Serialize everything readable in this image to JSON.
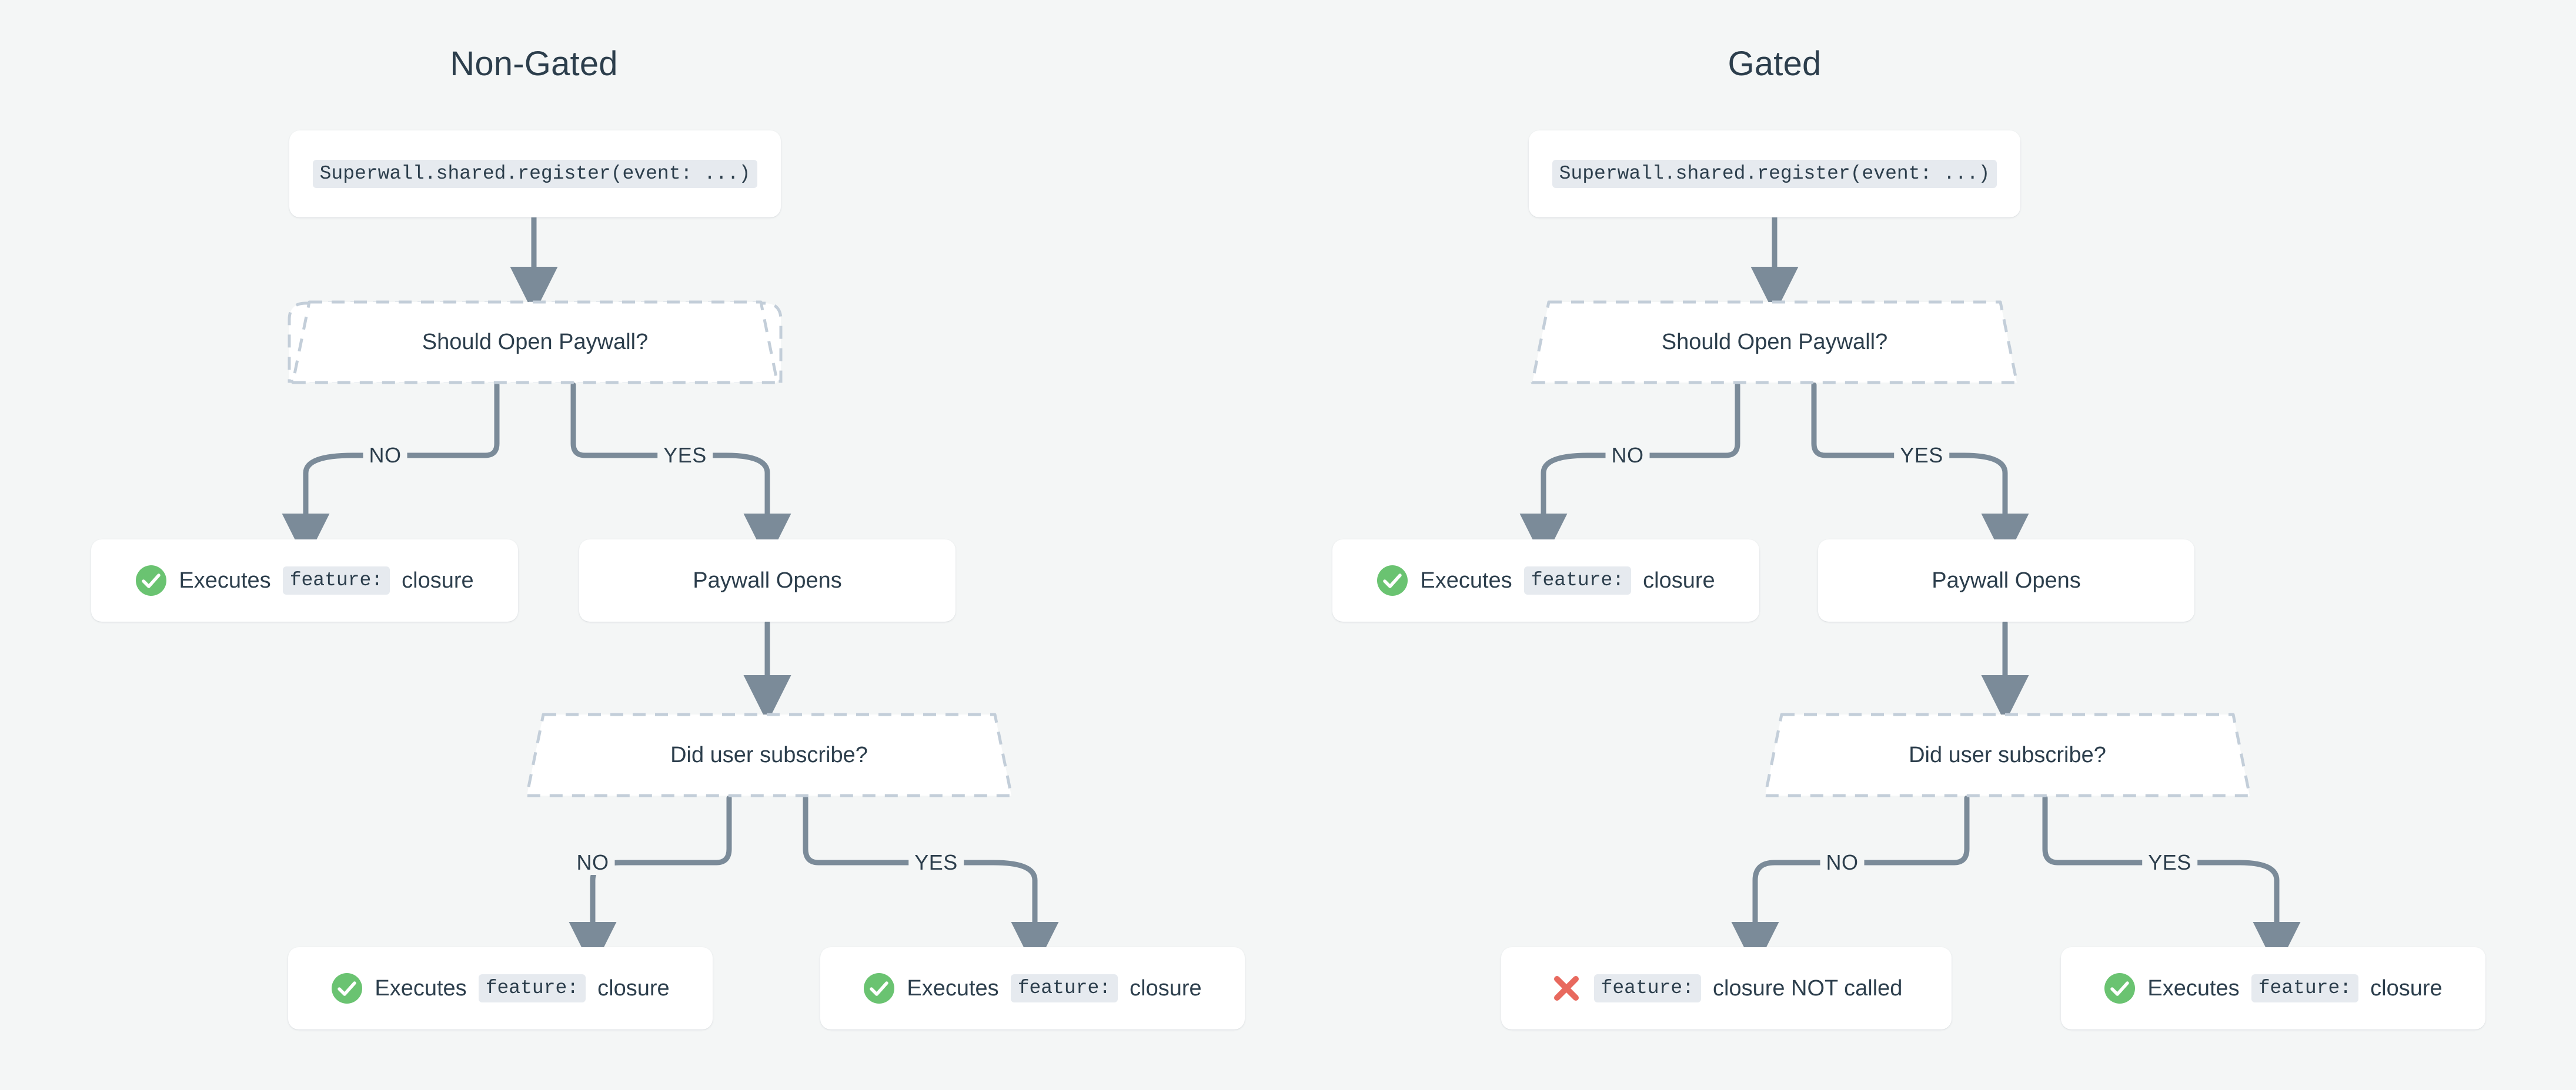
{
  "page": {
    "background_color": "#f4f6f6",
    "text_color": "#2c3e4c",
    "line_color": "#7b8b99",
    "dash_color": "#c3ced9",
    "success_color": "#6ac371",
    "error_color": "#e8695e",
    "code_bg_color": "#e6eaef",
    "card_bg_color": "#ffffff"
  },
  "columns": [
    {
      "title": "Non-Gated",
      "register_code": "Superwall.shared.register(event: ...)",
      "decision_1": "Should Open Paywall?",
      "branch_no_label": "NO",
      "branch_yes_label": "YES",
      "no_outcome": {
        "icon": "check-circle-icon",
        "prefix": "Executes",
        "code": "feature:",
        "suffix": "closure"
      },
      "yes_outcome": "Paywall Opens",
      "decision_2": "Did user subscribe?",
      "sub_no_label": "NO",
      "sub_yes_label": "YES",
      "sub_no_outcome": {
        "icon": "check-circle-icon",
        "prefix": "Executes",
        "code": "feature:",
        "suffix": "closure"
      },
      "sub_yes_outcome": {
        "icon": "check-circle-icon",
        "prefix": "Executes",
        "code": "feature:",
        "suffix": "closure"
      }
    },
    {
      "title": "Gated",
      "register_code": "Superwall.shared.register(event: ...)",
      "decision_1": "Should Open Paywall?",
      "branch_no_label": "NO",
      "branch_yes_label": "YES",
      "no_outcome": {
        "icon": "check-circle-icon",
        "prefix": "Executes",
        "code": "feature:",
        "suffix": "closure"
      },
      "yes_outcome": "Paywall Opens",
      "decision_2": "Did user subscribe?",
      "sub_no_label": "NO",
      "sub_yes_label": "YES",
      "sub_no_outcome": {
        "icon": "x-mark-icon",
        "prefix": "",
        "code": "feature:",
        "suffix": "closure NOT called"
      },
      "sub_yes_outcome": {
        "icon": "check-circle-icon",
        "prefix": "Executes",
        "code": "feature:",
        "suffix": "closure"
      }
    }
  ]
}
